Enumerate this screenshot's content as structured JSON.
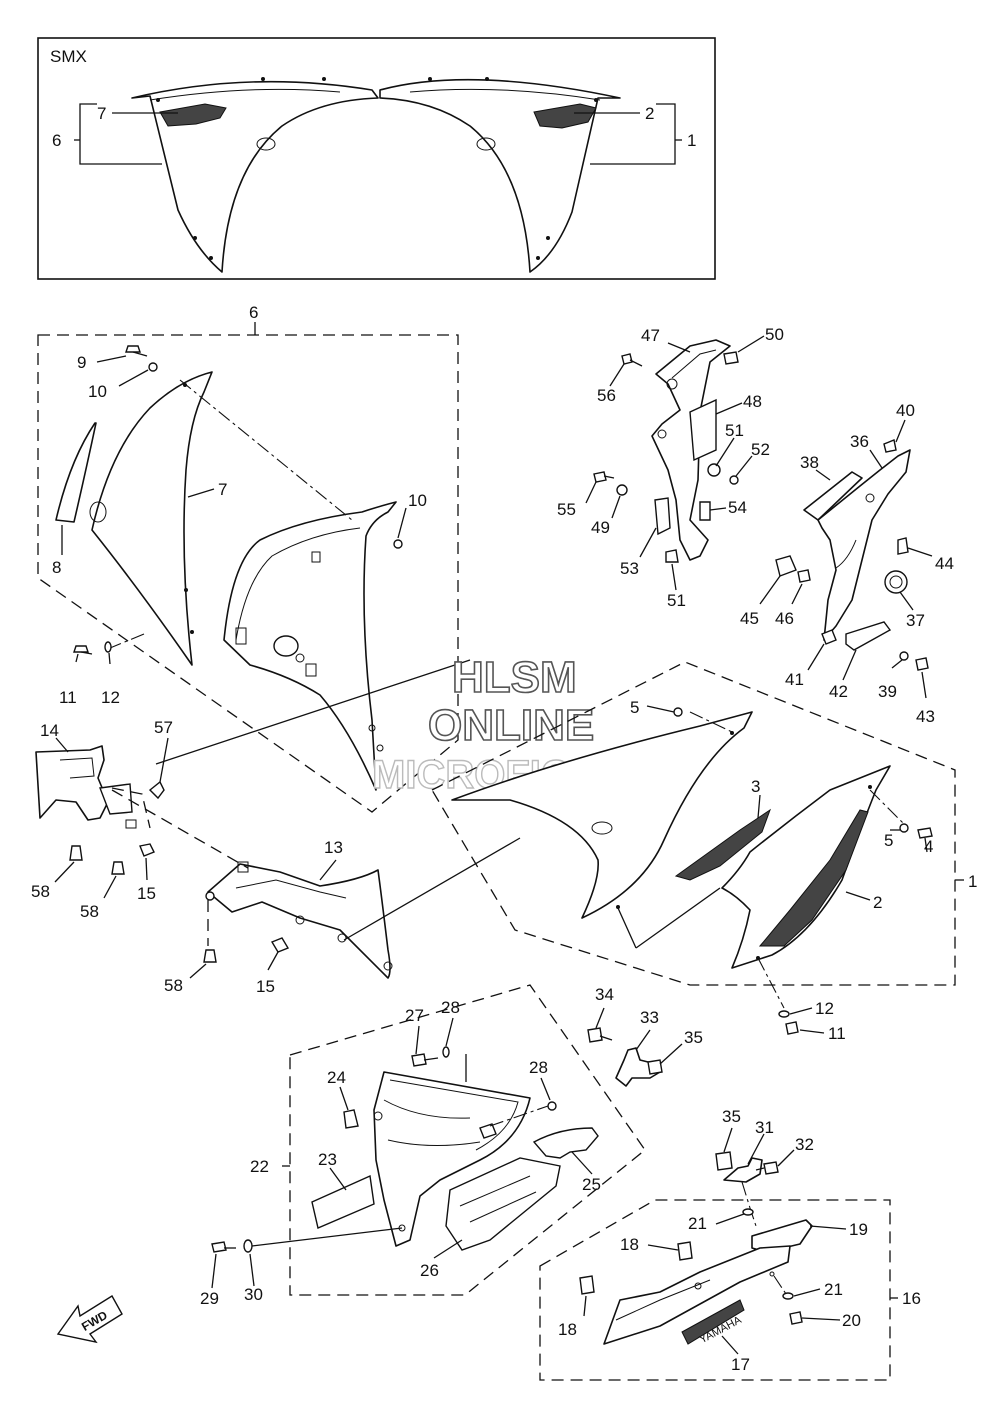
{
  "diagram": {
    "box_label": "SMX",
    "watermark": {
      "line1": "HLSM",
      "line2": "ONLINE",
      "line3": "MICROFICHE"
    },
    "fwd_label": "FWD",
    "decal_yamaha": "YAMAHA",
    "labels": [
      {
        "id": "l-smx-7",
        "text": "7"
      },
      {
        "id": "l-smx-6",
        "text": "6"
      },
      {
        "id": "l-smx-2",
        "text": "2"
      },
      {
        "id": "l-smx-1",
        "text": "1"
      },
      {
        "id": "l-6",
        "text": "6"
      },
      {
        "id": "l-9",
        "text": "9"
      },
      {
        "id": "l-10a",
        "text": "10"
      },
      {
        "id": "l-7",
        "text": "7"
      },
      {
        "id": "l-10b",
        "text": "10"
      },
      {
        "id": "l-8",
        "text": "8"
      },
      {
        "id": "l-11a",
        "text": "11"
      },
      {
        "id": "l-12a",
        "text": "12"
      },
      {
        "id": "l-14",
        "text": "14"
      },
      {
        "id": "l-57",
        "text": "57"
      },
      {
        "id": "l-58a",
        "text": "58"
      },
      {
        "id": "l-58b",
        "text": "58"
      },
      {
        "id": "l-15a",
        "text": "15"
      },
      {
        "id": "l-13",
        "text": "13"
      },
      {
        "id": "l-58c",
        "text": "58"
      },
      {
        "id": "l-15b",
        "text": "15"
      },
      {
        "id": "l-47",
        "text": "47"
      },
      {
        "id": "l-50",
        "text": "50"
      },
      {
        "id": "l-56",
        "text": "56"
      },
      {
        "id": "l-48",
        "text": "48"
      },
      {
        "id": "l-51a",
        "text": "51"
      },
      {
        "id": "l-52",
        "text": "52"
      },
      {
        "id": "l-55",
        "text": "55"
      },
      {
        "id": "l-49",
        "text": "49"
      },
      {
        "id": "l-54",
        "text": "54"
      },
      {
        "id": "l-53",
        "text": "53"
      },
      {
        "id": "l-51b",
        "text": "51"
      },
      {
        "id": "l-40",
        "text": "40"
      },
      {
        "id": "l-36",
        "text": "36"
      },
      {
        "id": "l-38",
        "text": "38"
      },
      {
        "id": "l-44",
        "text": "44"
      },
      {
        "id": "l-45",
        "text": "45"
      },
      {
        "id": "l-46",
        "text": "46"
      },
      {
        "id": "l-37",
        "text": "37"
      },
      {
        "id": "l-41",
        "text": "41"
      },
      {
        "id": "l-42",
        "text": "42"
      },
      {
        "id": "l-39",
        "text": "39"
      },
      {
        "id": "l-43",
        "text": "43"
      },
      {
        "id": "l-5a",
        "text": "5"
      },
      {
        "id": "l-3",
        "text": "3"
      },
      {
        "id": "l-5b",
        "text": "5"
      },
      {
        "id": "l-4",
        "text": "4"
      },
      {
        "id": "l-1",
        "text": "1"
      },
      {
        "id": "l-2",
        "text": "2"
      },
      {
        "id": "l-12b",
        "text": "12"
      },
      {
        "id": "l-11b",
        "text": "11"
      },
      {
        "id": "l-34",
        "text": "34"
      },
      {
        "id": "l-33",
        "text": "33"
      },
      {
        "id": "l-35a",
        "text": "35"
      },
      {
        "id": "l-27",
        "text": "27"
      },
      {
        "id": "l-28a",
        "text": "28"
      },
      {
        "id": "l-24",
        "text": "24"
      },
      {
        "id": "l-28b",
        "text": "28"
      },
      {
        "id": "l-22",
        "text": "22"
      },
      {
        "id": "l-23",
        "text": "23"
      },
      {
        "id": "l-25",
        "text": "25"
      },
      {
        "id": "l-26",
        "text": "26"
      },
      {
        "id": "l-29",
        "text": "29"
      },
      {
        "id": "l-30",
        "text": "30"
      },
      {
        "id": "l-35b",
        "text": "35"
      },
      {
        "id": "l-31",
        "text": "31"
      },
      {
        "id": "l-32",
        "text": "32"
      },
      {
        "id": "l-21a",
        "text": "21"
      },
      {
        "id": "l-19",
        "text": "19"
      },
      {
        "id": "l-18a",
        "text": "18"
      },
      {
        "id": "l-16",
        "text": "16"
      },
      {
        "id": "l-21b",
        "text": "21"
      },
      {
        "id": "l-18b",
        "text": "18"
      },
      {
        "id": "l-20",
        "text": "20"
      },
      {
        "id": "l-17",
        "text": "17"
      }
    ]
  }
}
